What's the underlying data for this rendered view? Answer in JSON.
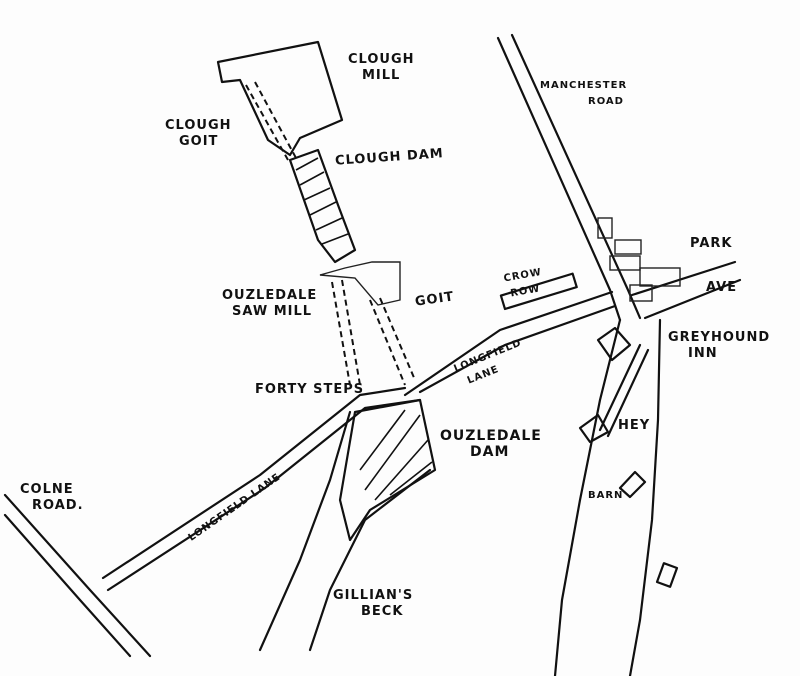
{
  "map": {
    "title": "Sketch map of Clough Mill and Ouzledale area",
    "labels": {
      "clough_mill": [
        "CLOUGH",
        "MILL"
      ],
      "clough_goit": [
        "CLOUGH",
        "GOIT"
      ],
      "clough_dam": "CLOUGH DAM",
      "manchester_road": [
        "MANCHESTER",
        "ROAD"
      ],
      "park_ave": [
        "PARK",
        "AVE"
      ],
      "crow_row": [
        "CROW",
        "ROW"
      ],
      "goit": "GOIT",
      "ouzledale_saw_mill": [
        "OUZLEDALE",
        "SAW MILL"
      ],
      "longfield_lane_upper": [
        "LONGFIELD",
        "LANE"
      ],
      "forty_steps": "FORTY STEPS",
      "greyhound_inn": [
        "GREYHOUND",
        "INN"
      ],
      "ouzledale_dam": [
        "OUZLEDALE",
        "DAM"
      ],
      "hey": "HEY",
      "barn": "BARN",
      "colne_road": [
        "COLNE",
        "ROAD."
      ],
      "longfield_lane_lower": "LONGFIELD LANE",
      "gillians_beck": [
        "GILLIAN'S",
        "BECK"
      ]
    }
  }
}
